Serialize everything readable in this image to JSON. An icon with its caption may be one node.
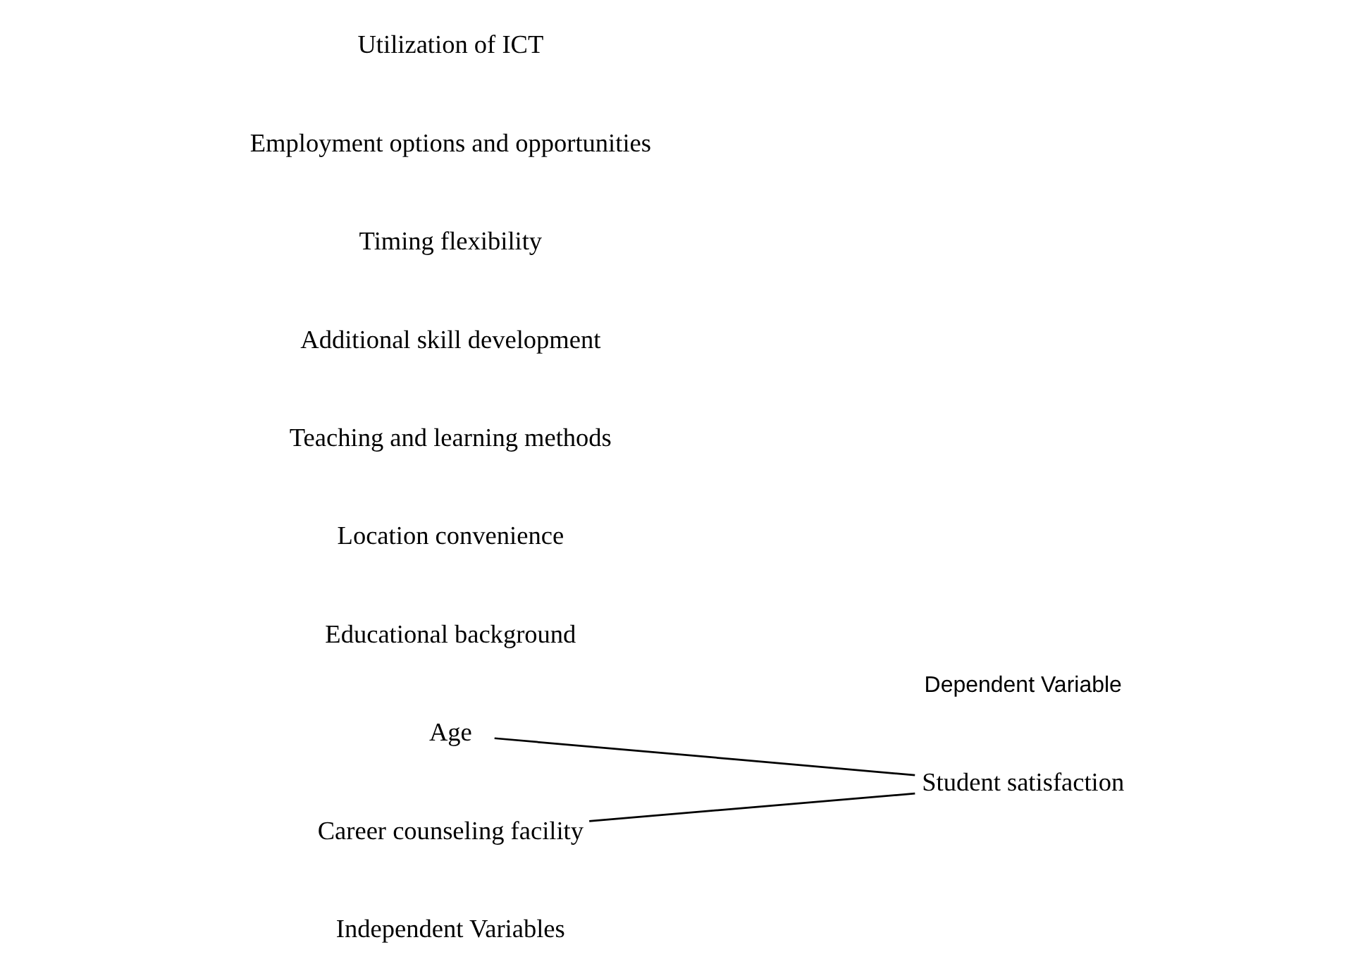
{
  "diagram": {
    "nodes": [
      {
        "text": [
          "Age"
        ]
      },
      {
        "text": [
          "Educational background"
        ]
      },
      {
        "text": [
          "Location convenience"
        ]
      },
      {
        "text": [
          "Teaching and learning methods"
        ]
      },
      {
        "text": [
          "Additional skill development"
        ]
      },
      {
        "text": [
          "Timing flexibility"
        ]
      },
      {
        "text": [
          "Employment options and opportunities"
        ]
      },
      {
        "text": [
          "Utilization of ICT"
        ]
      },
      {
        "text": [
          "Career counseling facility"
        ]
      },
      {
        "text": [
          "Student satisfaction"
        ]
      }
    ],
    "edges": [
      {
        "from": 0,
        "to": 9,
        "arrow": "none"
      },
      {
        "from": 8,
        "to": 9,
        "arrow": "none"
      }
    ],
    "labels": [
      "Independent Variables",
      "Dependent Variable"
    ]
  }
}
